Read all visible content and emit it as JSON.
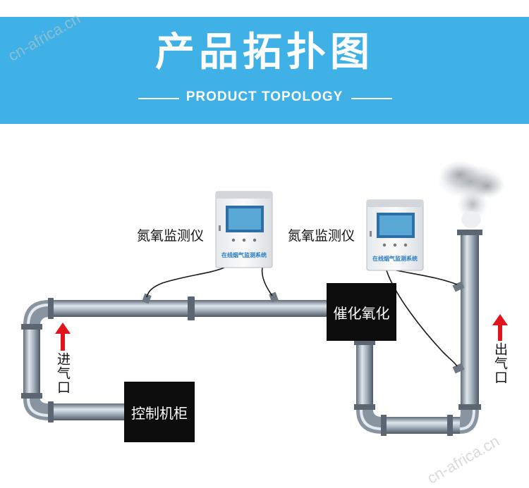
{
  "banner": {
    "title": "产品拓扑图",
    "subtitle": "PRODUCT TOPOLOGY",
    "color": "#3fb1e6"
  },
  "watermark": "cn-africa.cn",
  "labels": {
    "monitor_left": "氮氧监测仪",
    "monitor_right": "氮氧监测仪",
    "cabinet_label": "在线烟气监测系统",
    "catalytic": "催化氧化",
    "control": "控制机柜",
    "inlet": "进气口",
    "outlet": "出气口"
  },
  "colors": {
    "arrow": "#e0141c",
    "pipe": "#7d8a96",
    "box": "#0c0c0c"
  }
}
